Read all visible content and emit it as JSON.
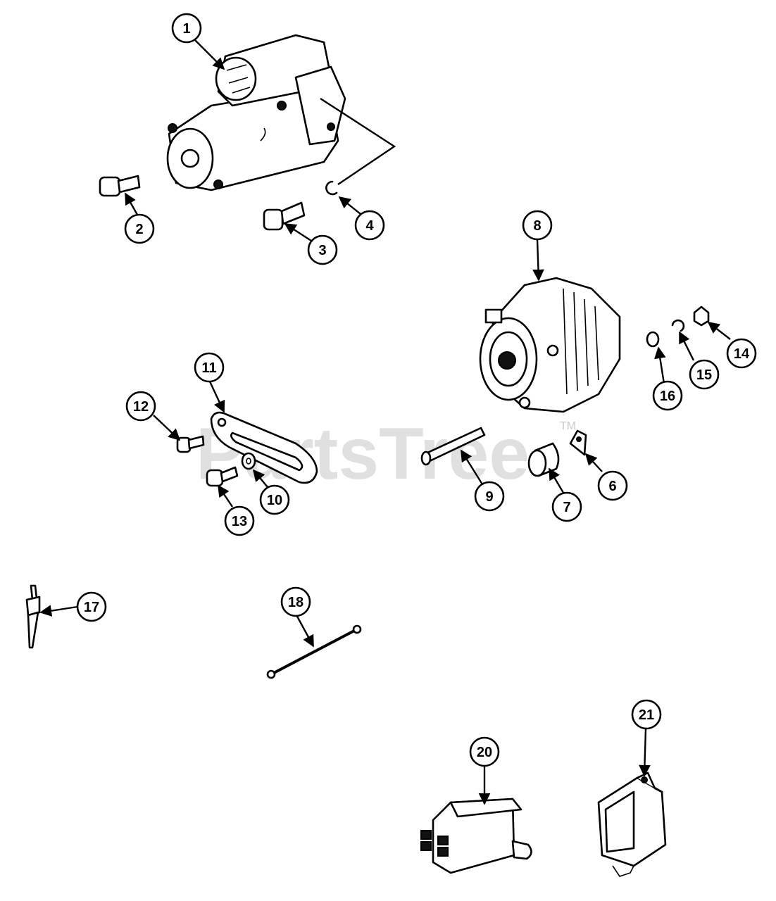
{
  "watermark": {
    "text": "PartsTree",
    "trademark": "TM"
  },
  "callouts": [
    {
      "id": "1",
      "label": "1"
    },
    {
      "id": "2",
      "label": "2"
    },
    {
      "id": "3",
      "label": "3"
    },
    {
      "id": "4",
      "label": "4"
    },
    {
      "id": "5",
      "label": "6"
    },
    {
      "id": "6",
      "label": "7"
    },
    {
      "id": "7",
      "label": "8"
    },
    {
      "id": "8",
      "label": "9"
    },
    {
      "id": "9",
      "label": "10"
    },
    {
      "id": "10",
      "label": "11"
    },
    {
      "id": "11",
      "label": "12"
    },
    {
      "id": "12",
      "label": "13"
    },
    {
      "id": "13",
      "label": "14"
    },
    {
      "id": "14",
      "label": "15"
    },
    {
      "id": "15",
      "label": "16"
    },
    {
      "id": "16",
      "label": "17"
    },
    {
      "id": "17",
      "label": "18"
    },
    {
      "id": "18",
      "label": "20"
    },
    {
      "id": "19",
      "label": "21"
    }
  ]
}
